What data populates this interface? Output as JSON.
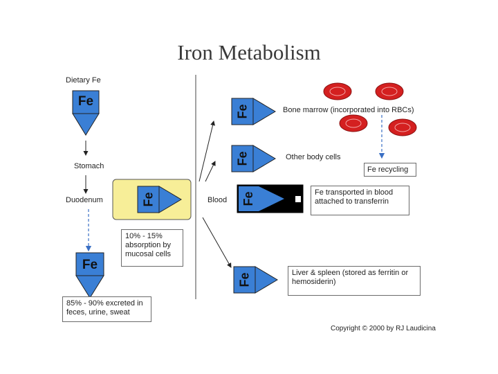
{
  "title": "Iron Metabolism",
  "fe_label": "Fe",
  "left_flow": {
    "dietary": "Dietary Fe",
    "stomach": "Stomach",
    "duodenum": "Duodenum",
    "blood": "Blood"
  },
  "absorption_note": "10% - 15% absorption by mucosal cells",
  "excretion_note": "85% - 90% excreted in feces, urine, sweat",
  "destinations": {
    "bone_marrow": "Bone marrow (incorporated into RBCs)",
    "other_cells": "Other body cells",
    "transferrin": "Fe transported in blood attached to transferrin",
    "liver": "Liver & spleen (stored as ferritin or hemosiderin)",
    "recycling": "Fe recycling"
  },
  "copyright": "Copyright © 2000 by RJ Laudicina",
  "colors": {
    "fe_blue": "#3a7fd5",
    "rbc_red": "#d42020",
    "highlight_yellow": "#f7ee98",
    "arrow_blue_dashed": "#3a6fc4"
  }
}
